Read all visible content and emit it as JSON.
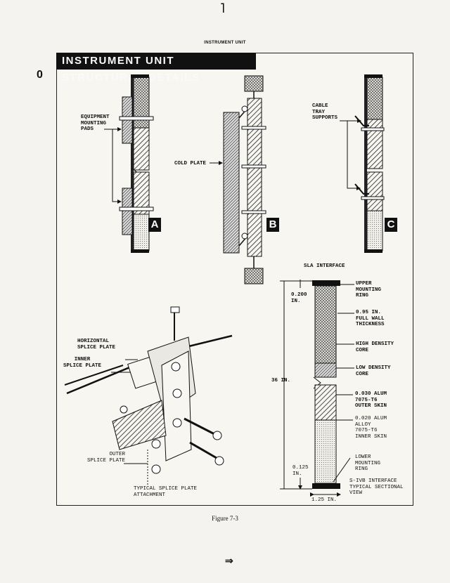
{
  "header": "INSTRUMENT UNIT",
  "title": "INSTRUMENT UNIT STRUCTURAL DETAILS",
  "marks": {
    "top_mark": "˥",
    "left_mark": "0",
    "bottom_mark": "⇒"
  },
  "labels": {
    "equipment_pads": "EQUIPMENT\nMOUNTING\nPADS",
    "cold_plate": "COLD PLATE",
    "cable_tray": "CABLE\nTRAY\nSUPPORTS",
    "sla_interface": "SLA INTERFACE",
    "upper_ring": "UPPER\nMOUNTING\nRING",
    "dim_0200": "0.200\nIN.",
    "full_wall": "0.95 IN.\nFULL WALL\nTHICKNESS",
    "high_density": "HIGH DENSITY\nCORE",
    "low_density": "LOW DENSITY\nCORE",
    "height_36": "36 IN.",
    "outer_skin": "0.030 ALUM\n7075-T6\nOUTER SKIN",
    "inner_skin": "0.020 ALUM\nALLOY\n7075-T6\nINNER SKIN",
    "lower_ring": "LOWER\nMOUNTING\nRING",
    "dim_0125": "0.125\nIN.",
    "s_ivb": "S-IVB INTERFACE\nTYPICAL SECTIONAL\nVIEW",
    "width_125": "1.25 IN.",
    "horizontal_splice": "HORIZONTAL\nSPLICE PLATE",
    "inner_splice": "INNER\nSPLICE PLATE",
    "outer_splice": "OUTER\nSPLICE PLATE",
    "typical_splice": "TYPICAL SPLICE PLATE\nATTACHMENT"
  },
  "tags": {
    "a": "A",
    "b": "B",
    "c": "C"
  },
  "caption": "Figure 7-3"
}
